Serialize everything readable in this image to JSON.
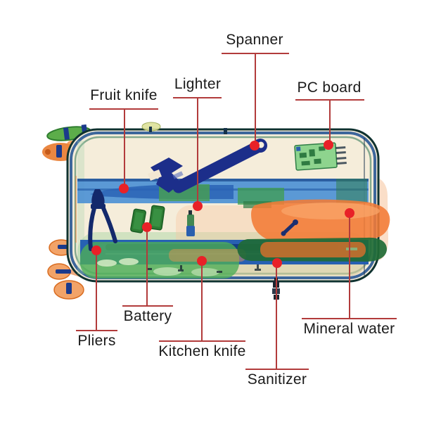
{
  "figure": {
    "type": "x-ray baggage scan with annotations",
    "background": "#ffffff"
  },
  "colors": {
    "leader_line": "#b23b3b",
    "marker_dot": "#e82127",
    "label_text": "#1a1a1a",
    "suitcase_shell": "#f5edda",
    "metal_blue": "#1c2e8a",
    "organic_orange": "#f37b35",
    "organic_green": "#4fae57"
  },
  "labels": [
    {
      "id": "spanner",
      "text": "Spanner",
      "placement": "top"
    },
    {
      "id": "fruit-knife",
      "text": "Fruit knife",
      "placement": "top"
    },
    {
      "id": "lighter",
      "text": "Lighter",
      "placement": "top"
    },
    {
      "id": "pc-board",
      "text": "PC board",
      "placement": "top"
    },
    {
      "id": "pliers",
      "text": "Pliers",
      "placement": "bottom"
    },
    {
      "id": "battery",
      "text": "Battery",
      "placement": "bottom"
    },
    {
      "id": "kitchen-knife",
      "text": "Kitchen knife",
      "placement": "bottom"
    },
    {
      "id": "sanitizer",
      "text": "Sanitizer",
      "placement": "bottom"
    },
    {
      "id": "mineral-water",
      "text": "Mineral water",
      "placement": "bottom"
    }
  ],
  "scan_objects": [
    "suitcase-shell",
    "trolley-wheels",
    "adjustable-spanner",
    "fruit-knife-blade",
    "gas-lighter",
    "pc-circuit-board",
    "diagonal-pliers",
    "batteries",
    "kitchen-knife-blade",
    "sanitizer-spray",
    "mineral-water-bottle"
  ]
}
